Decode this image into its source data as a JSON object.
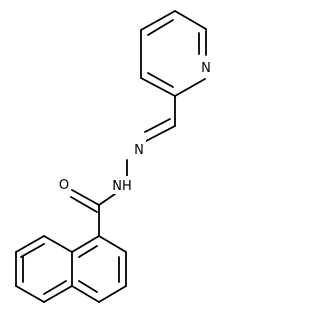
{
  "molecule": {
    "atoms": {
      "pyridine_n": "N",
      "imine_n": "N",
      "amide_nh": "NH",
      "carbonyl_o": "O"
    }
  },
  "colors": {
    "background": "#ffffff",
    "bond": "#000000",
    "text": "#000000"
  }
}
